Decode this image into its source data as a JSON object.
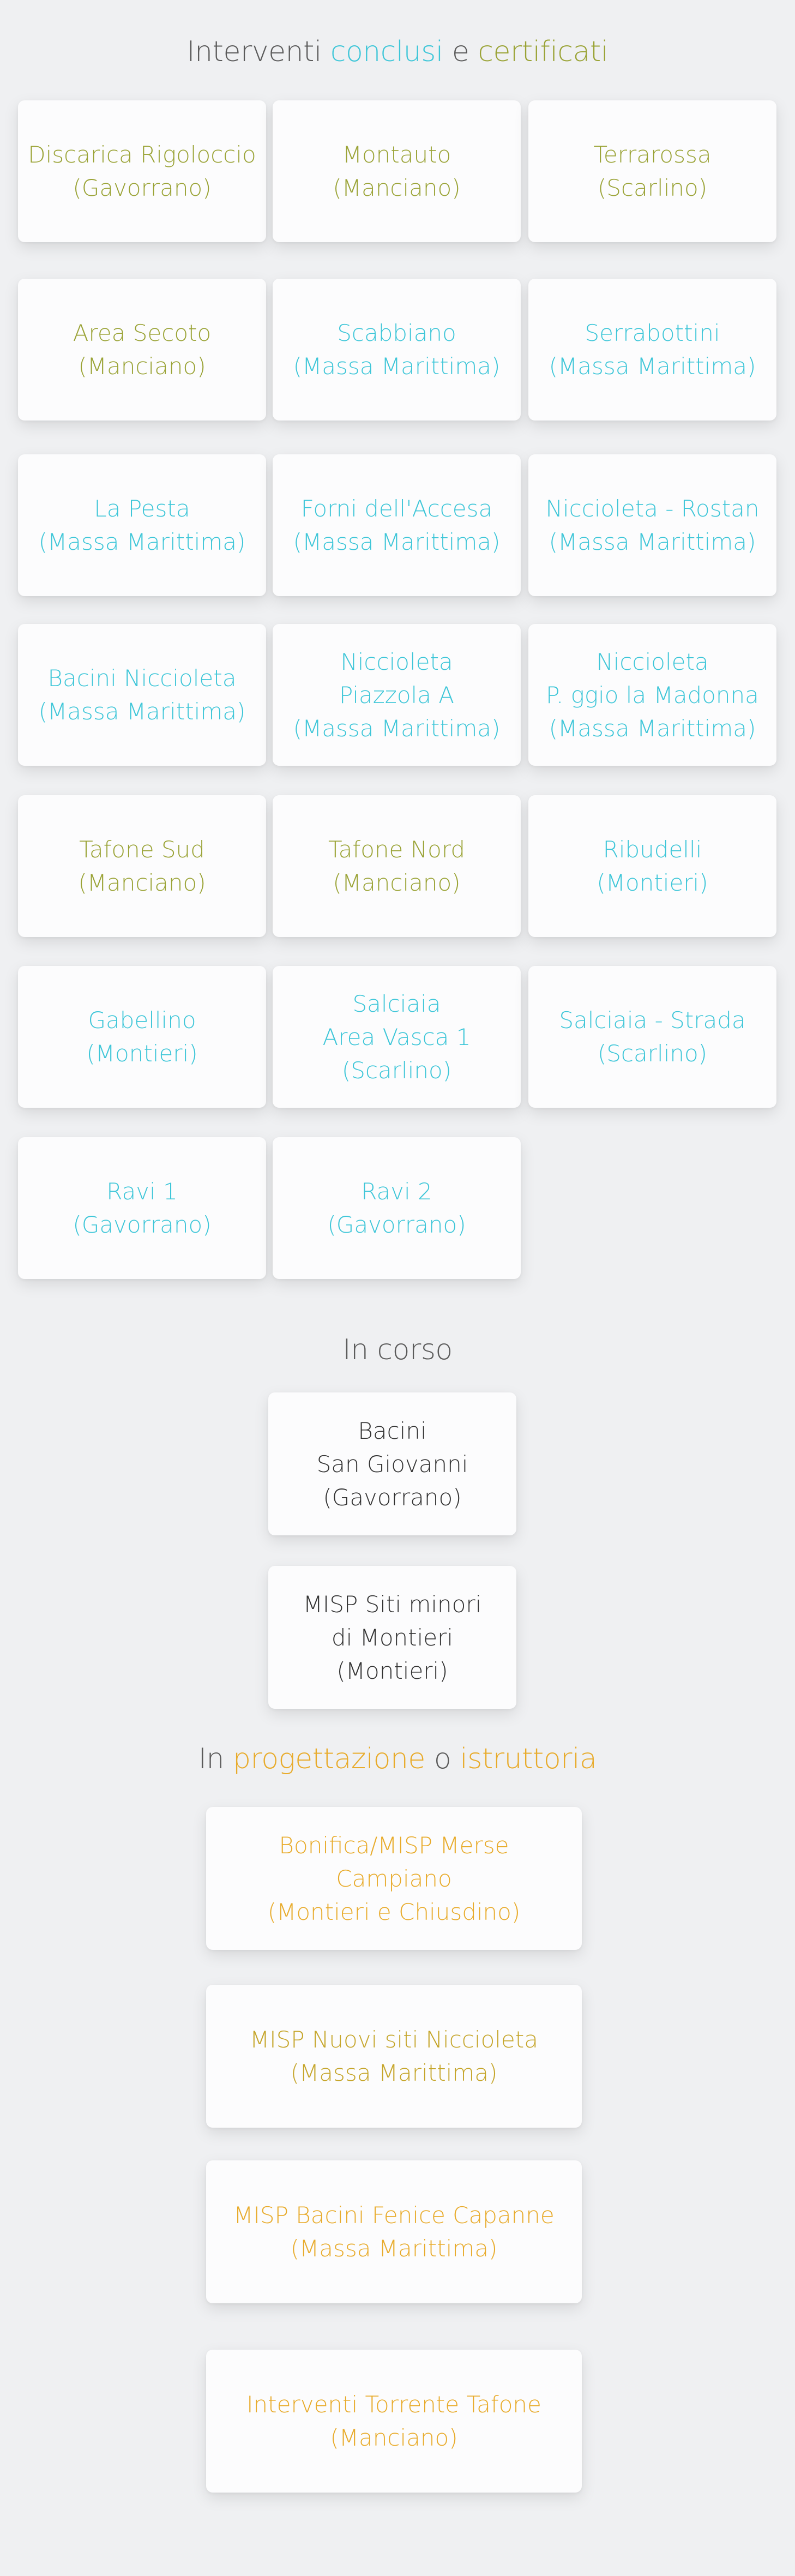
{
  "colors": {
    "olive": "#9aa336",
    "cyan": "#3ec6d8",
    "dark": "#333333",
    "orange": "#e8ab2b",
    "heading_gray": "#5b5b5b"
  },
  "completed": {
    "heading": {
      "part1": "Interventi ",
      "conclusi": "conclusi",
      "part2": " e ",
      "certificati": "certificati"
    },
    "items": [
      {
        "label": "Discarica Rigoloccio\n(Gavorrano)",
        "status": "certificati"
      },
      {
        "label": "Montauto\n(Manciano)",
        "status": "certificati"
      },
      {
        "label": "Terrarossa\n(Scarlino)",
        "status": "certificati"
      },
      {
        "label": "Area Secoto\n(Manciano)",
        "status": "certificati"
      },
      {
        "label": "Scabbiano\n(Massa Marittima)",
        "status": "conclusi"
      },
      {
        "label": "Serrabottini\n(Massa Marittima)",
        "status": "conclusi"
      },
      {
        "label": "La Pesta\n(Massa Marittima)",
        "status": "conclusi"
      },
      {
        "label": "Forni dell'Accesa\n(Massa Marittima)",
        "status": "conclusi"
      },
      {
        "label": "Niccioleta - Rostan\n(Massa Marittima)",
        "status": "conclusi"
      },
      {
        "label": "Bacini Niccioleta\n(Massa Marittima)",
        "status": "conclusi"
      },
      {
        "label": "Niccioleta\nPiazzola A\n(Massa Marittima)",
        "status": "conclusi"
      },
      {
        "label": "Niccioleta\nP. ggio la Madonna\n(Massa Marittima)",
        "status": "conclusi"
      },
      {
        "label": "Tafone Sud\n(Manciano)",
        "status": "certificati"
      },
      {
        "label": "Tafone Nord\n(Manciano)",
        "status": "certificati"
      },
      {
        "label": "Ribudelli\n(Montieri)",
        "status": "conclusi"
      },
      {
        "label": "Gabellino\n(Montieri)",
        "status": "conclusi"
      },
      {
        "label": "Salciaia\nArea Vasca 1\n(Scarlino)",
        "status": "conclusi"
      },
      {
        "label": "Salciaia - Strada\n(Scarlino)",
        "status": "conclusi"
      },
      {
        "label": "Ravi 1\n(Gavorrano)",
        "status": "conclusi"
      },
      {
        "label": "Ravi 2\n(Gavorrano)",
        "status": "conclusi"
      }
    ]
  },
  "in_progress": {
    "heading": "In corso",
    "items": [
      {
        "label": "Bacini\nSan Giovanni\n(Gavorrano)"
      },
      {
        "label": "MISP Siti minori\ndi Montieri\n(Montieri)"
      }
    ]
  },
  "planned": {
    "heading": {
      "part1": "In ",
      "progettazione": "progettazione",
      "part2": " o ",
      "istruttoria": "istruttoria"
    },
    "items": [
      {
        "label": "Bonifica/MISP Merse\nCampiano\n(Montieri e Chiusdino)",
        "status": "istruttoria"
      },
      {
        "label": "MISP Nuovi siti Niccioleta\n(Massa Marittima)",
        "status": "progettazione"
      },
      {
        "label": "MISP Bacini Fenice Capanne\n(Massa Marittima)",
        "status": "istruttoria"
      },
      {
        "label": "Interventi Torrente Tafone\n(Manciano)",
        "status": "istruttoria"
      }
    ]
  }
}
